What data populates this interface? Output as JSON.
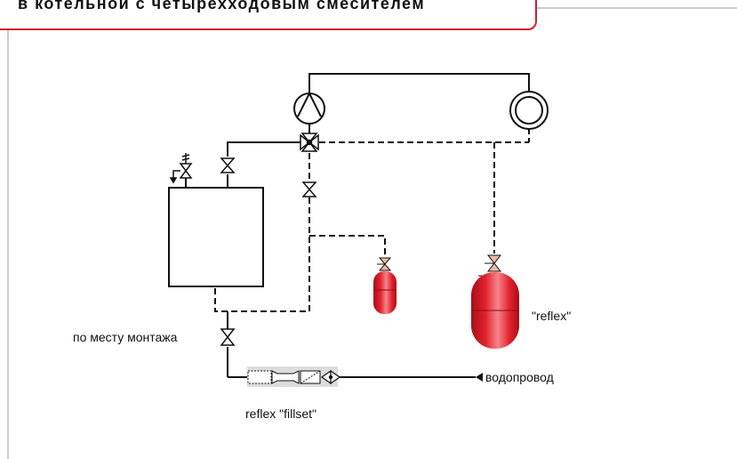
{
  "header": {
    "title": "в котельной с четырехходовым смесителем"
  },
  "labels": {
    "install_location": "по месту монтажа",
    "water_supply": "водопровод",
    "reflex_vessel": "\"reflex\"",
    "fillset": "reflex \"fillset\""
  },
  "colors": {
    "frame_accent": "#d21f2b",
    "vessel_red": "#e2212e",
    "vessel_highlight": "#f27a7f",
    "valve_pink": "#f1b7a5",
    "line": "#111111"
  }
}
